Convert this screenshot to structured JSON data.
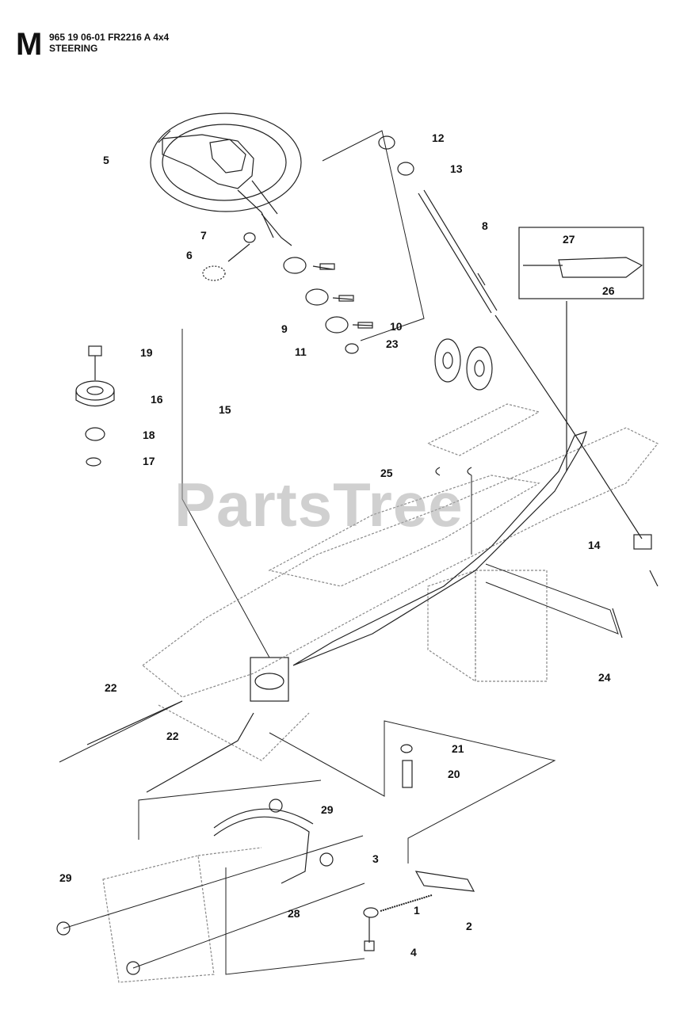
{
  "header": {
    "section_letter": "M",
    "code": "965 19 06-01 FR2216 A 4x4",
    "title": "STEERING"
  },
  "watermark": "PartsTree",
  "callouts": [
    "1",
    "2",
    "3",
    "4",
    "5",
    "6",
    "7",
    "8",
    "9",
    "10",
    "11",
    "12",
    "13",
    "14",
    "15",
    "16",
    "17",
    "18",
    "19",
    "20",
    "21",
    "22",
    "22",
    "23",
    "24",
    "25",
    "26",
    "27",
    "28",
    "29",
    "29"
  ]
}
